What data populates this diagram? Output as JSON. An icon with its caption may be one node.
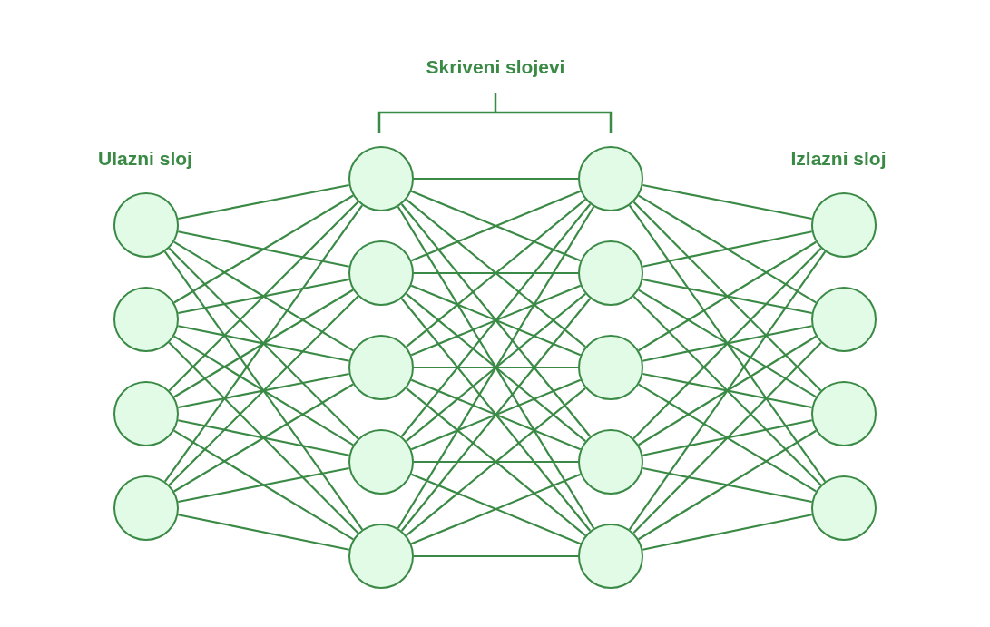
{
  "diagram": {
    "nodes": [
      {
        "text": [],
        "shape": "circle"
      },
      {
        "text": [],
        "shape": "circle"
      },
      {
        "text": [],
        "shape": "circle"
      },
      {
        "text": [],
        "shape": "circle"
      },
      {
        "text": [],
        "shape": "circle"
      },
      {
        "text": [],
        "shape": "circle"
      },
      {
        "text": [],
        "shape": "circle"
      },
      {
        "text": [],
        "shape": "circle"
      },
      {
        "text": [],
        "shape": "circle"
      },
      {
        "text": [],
        "shape": "circle"
      },
      {
        "text": [],
        "shape": "circle"
      },
      {
        "text": [],
        "shape": "circle"
      },
      {
        "text": [],
        "shape": "circle"
      },
      {
        "text": [],
        "shape": "circle"
      },
      {
        "text": [],
        "shape": "circle"
      },
      {
        "text": [],
        "shape": "circle"
      },
      {
        "text": [],
        "shape": "circle"
      },
      {
        "text": [],
        "shape": "circle"
      }
    ],
    "edges": [
      {
        "from": 0,
        "to": 4,
        "arrow": "none"
      },
      {
        "from": 0,
        "to": 5,
        "arrow": "none"
      },
      {
        "from": 0,
        "to": 6,
        "arrow": "none"
      },
      {
        "from": 0,
        "to": 7,
        "arrow": "none"
      },
      {
        "from": 0,
        "to": 8,
        "arrow": "none"
      },
      {
        "from": 1,
        "to": 4,
        "arrow": "none"
      },
      {
        "from": 1,
        "to": 5,
        "arrow": "none"
      },
      {
        "from": 1,
        "to": 6,
        "arrow": "none"
      },
      {
        "from": 1,
        "to": 7,
        "arrow": "none"
      },
      {
        "from": 1,
        "to": 8,
        "arrow": "none"
      },
      {
        "from": 2,
        "to": 4,
        "arrow": "none"
      },
      {
        "from": 2,
        "to": 5,
        "arrow": "none"
      },
      {
        "from": 2,
        "to": 6,
        "arrow": "none"
      },
      {
        "from": 2,
        "to": 7,
        "arrow": "none"
      },
      {
        "from": 2,
        "to": 8,
        "arrow": "none"
      },
      {
        "from": 3,
        "to": 4,
        "arrow": "none"
      },
      {
        "from": 3,
        "to": 5,
        "arrow": "none"
      },
      {
        "from": 3,
        "to": 6,
        "arrow": "none"
      },
      {
        "from": 3,
        "to": 7,
        "arrow": "none"
      },
      {
        "from": 3,
        "to": 8,
        "arrow": "none"
      },
      {
        "from": 4,
        "to": 9,
        "arrow": "none"
      },
      {
        "from": 4,
        "to": 10,
        "arrow": "none"
      },
      {
        "from": 4,
        "to": 11,
        "arrow": "none"
      },
      {
        "from": 4,
        "to": 12,
        "arrow": "none"
      },
      {
        "from": 4,
        "to": 13,
        "arrow": "none"
      },
      {
        "from": 5,
        "to": 9,
        "arrow": "none"
      },
      {
        "from": 5,
        "to": 10,
        "arrow": "none"
      },
      {
        "from": 5,
        "to": 11,
        "arrow": "none"
      },
      {
        "from": 5,
        "to": 12,
        "arrow": "none"
      },
      {
        "from": 5,
        "to": 13,
        "arrow": "none"
      },
      {
        "from": 6,
        "to": 9,
        "arrow": "none"
      },
      {
        "from": 6,
        "to": 10,
        "arrow": "none"
      },
      {
        "from": 6,
        "to": 11,
        "arrow": "none"
      },
      {
        "from": 6,
        "to": 12,
        "arrow": "none"
      },
      {
        "from": 6,
        "to": 13,
        "arrow": "none"
      },
      {
        "from": 7,
        "to": 9,
        "arrow": "none"
      },
      {
        "from": 7,
        "to": 10,
        "arrow": "none"
      },
      {
        "from": 7,
        "to": 11,
        "arrow": "none"
      },
      {
        "from": 7,
        "to": 12,
        "arrow": "none"
      },
      {
        "from": 7,
        "to": 13,
        "arrow": "none"
      },
      {
        "from": 8,
        "to": 9,
        "arrow": "none"
      },
      {
        "from": 8,
        "to": 10,
        "arrow": "none"
      },
      {
        "from": 8,
        "to": 11,
        "arrow": "none"
      },
      {
        "from": 8,
        "to": 12,
        "arrow": "none"
      },
      {
        "from": 8,
        "to": 13,
        "arrow": "none"
      },
      {
        "from": 9,
        "to": 14,
        "arrow": "none"
      },
      {
        "from": 9,
        "to": 15,
        "arrow": "none"
      },
      {
        "from": 9,
        "to": 16,
        "arrow": "none"
      },
      {
        "from": 9,
        "to": 17,
        "arrow": "none"
      },
      {
        "from": 10,
        "to": 14,
        "arrow": "none"
      },
      {
        "from": 10,
        "to": 15,
        "arrow": "none"
      },
      {
        "from": 10,
        "to": 16,
        "arrow": "none"
      },
      {
        "from": 10,
        "to": 17,
        "arrow": "none"
      },
      {
        "from": 11,
        "to": 14,
        "arrow": "none"
      },
      {
        "from": 11,
        "to": 15,
        "arrow": "none"
      },
      {
        "from": 11,
        "to": 16,
        "arrow": "none"
      },
      {
        "from": 11,
        "to": 17,
        "arrow": "none"
      },
      {
        "from": 12,
        "to": 14,
        "arrow": "none"
      },
      {
        "from": 12,
        "to": 15,
        "arrow": "none"
      },
      {
        "from": 12,
        "to": 16,
        "arrow": "none"
      },
      {
        "from": 12,
        "to": 17,
        "arrow": "none"
      },
      {
        "from": 13,
        "to": 14,
        "arrow": "none"
      },
      {
        "from": 13,
        "to": 15,
        "arrow": "none"
      },
      {
        "from": 13,
        "to": 16,
        "arrow": "none"
      },
      {
        "from": 13,
        "to": 17,
        "arrow": "none"
      }
    ],
    "labels": [
      "Skriveni slojevi",
      "Ulazni sloj",
      "Izlazni sloj"
    ]
  }
}
